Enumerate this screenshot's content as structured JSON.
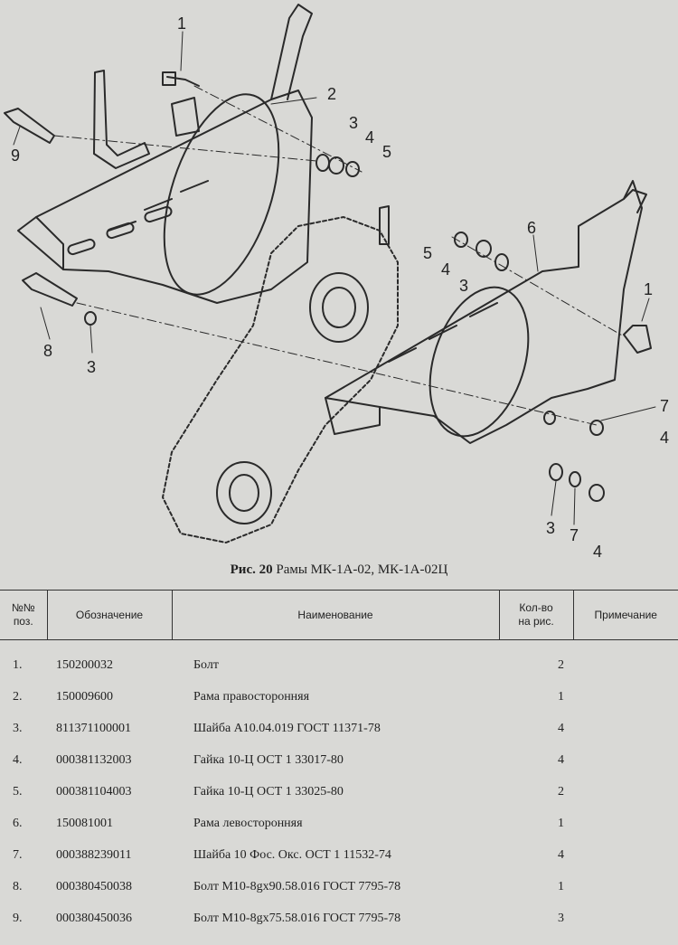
{
  "figure": {
    "callouts": {
      "c1a": "1",
      "c2": "2",
      "c3a": "3",
      "c4a": "4",
      "c5a": "5",
      "c9": "9",
      "c8": "8",
      "c3b": "3",
      "c6": "6",
      "c5b": "5",
      "c4b": "4",
      "c3c": "3",
      "c1b": "1",
      "c7a": "7",
      "c4c": "4",
      "c3d": "3",
      "c7b": "7",
      "c4d": "4"
    }
  },
  "caption": {
    "prefix": "Рис. 20",
    "text": "Рамы  МК-1А-02, МК-1А-02Ц"
  },
  "table": {
    "headers": {
      "pos_line1": "№№",
      "pos_line2": "поз.",
      "code": "Обозначение",
      "name": "Наименование",
      "qty_line1": "Кол-во",
      "qty_line2": "на рис.",
      "note": "Примечание"
    },
    "rows": [
      {
        "pos": "1.",
        "code": "150200032",
        "name": "Болт",
        "qty": "2",
        "note": ""
      },
      {
        "pos": "2.",
        "code": "150009600",
        "name": "Рама правосторонняя",
        "qty": "1",
        "note": ""
      },
      {
        "pos": "3.",
        "code": "811371100001",
        "name": "Шайба А10.04.019 ГОСТ 11371-78",
        "qty": "4",
        "note": ""
      },
      {
        "pos": "4.",
        "code": "000381132003",
        "name": "Гайка 10-Ц ОСТ 1 33017-80",
        "qty": "4",
        "note": ""
      },
      {
        "pos": "5.",
        "code": "000381104003",
        "name": "Гайка 10-Ц ОСТ 1 33025-80",
        "qty": "2",
        "note": ""
      },
      {
        "pos": "6.",
        "code": "150081001",
        "name": "Рама левосторонняя",
        "qty": "1",
        "note": ""
      },
      {
        "pos": "7.",
        "code": "000388239011",
        "name": "Шайба 10 Фос. Окс. ОСТ 1 11532-74",
        "qty": "4",
        "note": ""
      },
      {
        "pos": "8.",
        "code": "000380450038",
        "name": "Болт М10-8gх90.58.016 ГОСТ 7795-78",
        "qty": "1",
        "note": ""
      },
      {
        "pos": "9.",
        "code": "000380450036",
        "name": "Болт М10-8gх75.58.016 ГОСТ 7795-78",
        "qty": "3",
        "note": ""
      }
    ]
  }
}
